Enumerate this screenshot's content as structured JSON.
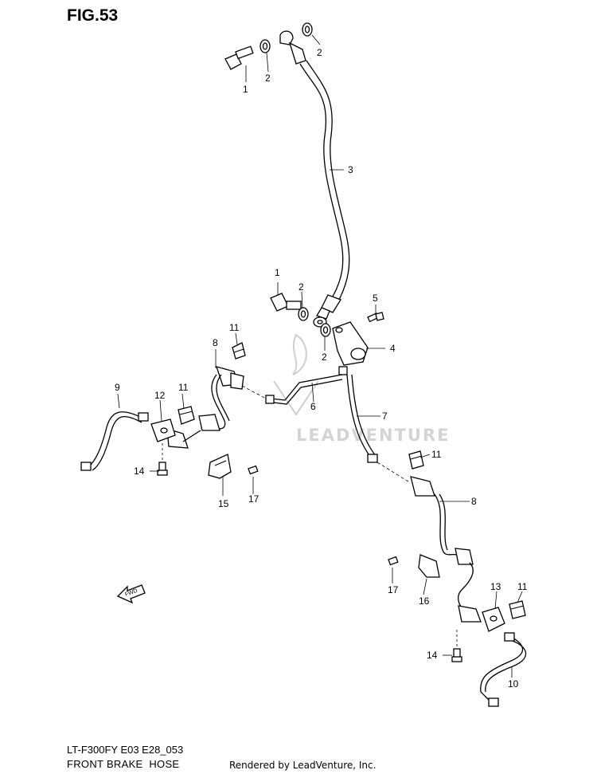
{
  "figure": {
    "title": "FIG.53",
    "model_code": "LT-F300FY E03 E28_053",
    "name": "FRONT BRAKE  HOSE",
    "credit": "Rendered by LeadVenture, Inc.",
    "watermark": "LEADVENTURE",
    "direction_marker": "FWD"
  },
  "callouts": [
    "1",
    "2",
    "2",
    "3",
    "1",
    "2",
    "2",
    "4",
    "5",
    "11",
    "8",
    "6",
    "7",
    "9",
    "12",
    "11",
    "14",
    "15",
    "17",
    "11",
    "8",
    "17",
    "16",
    "13",
    "11",
    "14",
    "10"
  ]
}
